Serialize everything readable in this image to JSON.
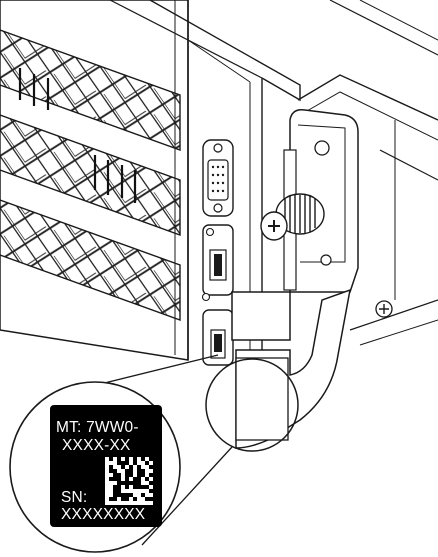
{
  "label": {
    "mt_line1": "MT: 7WW0-",
    "mt_line2": "XXXX-XX",
    "sn_line1": "SN:",
    "sn_line2": "XXXXXXXX"
  },
  "colors": {
    "line": "#1a1a1a",
    "label_background": "#000000",
    "label_text": "#ffffff",
    "paper": "#ffffff"
  }
}
